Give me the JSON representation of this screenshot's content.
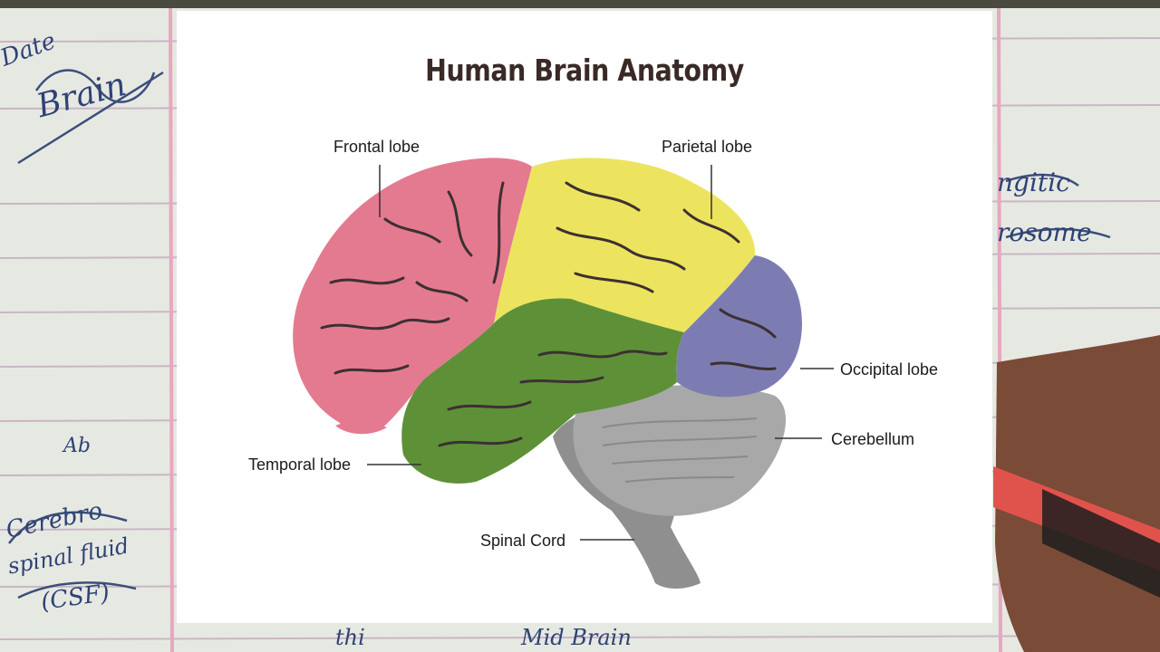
{
  "notebook": {
    "left_handwriting": [
      "Date",
      "Brain",
      "Ab",
      "Cerebro",
      "spinal fluid",
      "(CSF)"
    ],
    "right_handwriting": [
      "ngitic",
      "rosome"
    ],
    "bottom_handwriting": [
      "thi",
      "Mid Brain"
    ]
  },
  "diagram": {
    "title": "Human Brain Anatomy",
    "labels": {
      "frontal": "Frontal lobe",
      "parietal": "Parietal lobe",
      "occipital": "Occipital lobe",
      "cerebellum": "Cerebellum",
      "temporal": "Temporal lobe",
      "spinal": "Spinal Cord"
    },
    "colors": {
      "frontal": "#e47a90",
      "parietal": "#ece45e",
      "occipital": "#7d7cb2",
      "temporal": "#5e9038",
      "cerebellum": "#a8a8a8",
      "brainstem": "#8f8f8f",
      "sulci": "#3c3033"
    }
  }
}
